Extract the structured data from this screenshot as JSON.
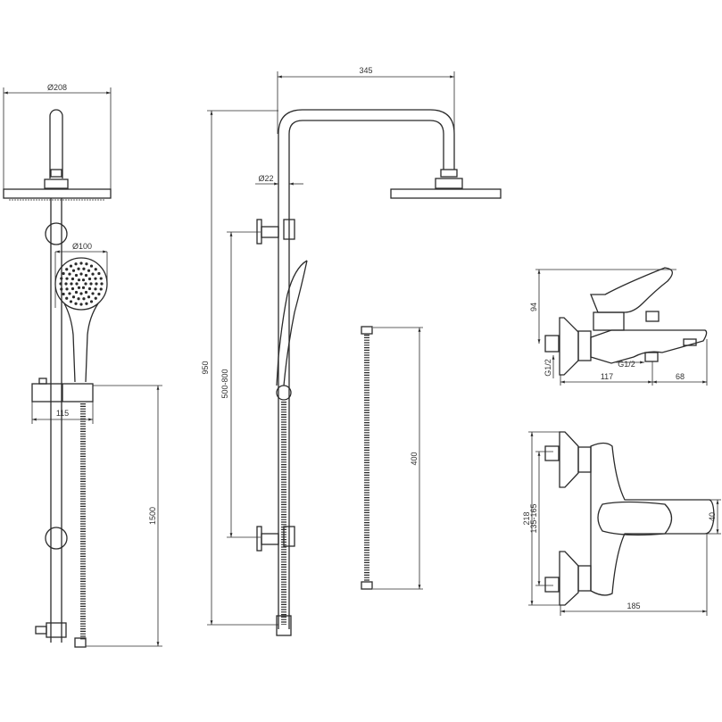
{
  "dimensions": {
    "overhead_diameter": "Ø208",
    "hand_shower_diameter": "Ø100",
    "slider_width": "115",
    "hose_length": "1500",
    "arm_reach": "345",
    "pipe_diameter": "Ø22",
    "total_height": "950",
    "adjustable_range": "500-800",
    "hose_short": "400",
    "mixer_height": "94",
    "inlet_thread": "G1/2",
    "outlet_thread": "G1/2",
    "mixer_depth": "117",
    "spout_reach": "68",
    "mixer_width": "218",
    "inlet_spacing": "135-165",
    "spout_height": "40",
    "mixer_total_depth": "185"
  },
  "colors": {
    "line": "#2b2b2b",
    "background": "#ffffff"
  }
}
